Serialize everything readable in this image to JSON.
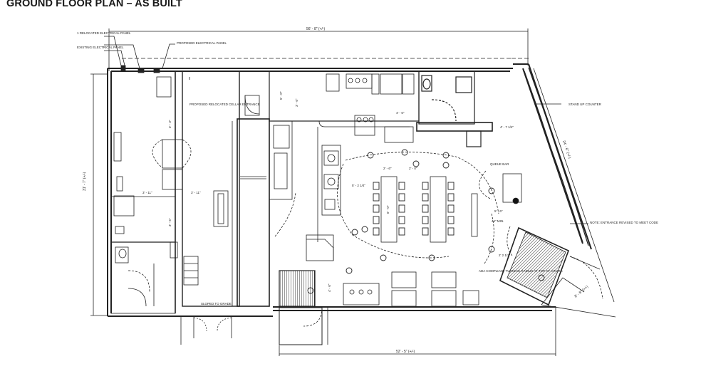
{
  "title": "GROUND FLOOR PLAN – AS BUILT",
  "notes": {
    "relocated_panel": "1 RELOCATED ELECTRICAL PANEL",
    "existing_panel": "EXISTING ELECTRICAL PANEL",
    "proposed_panel": "PROPOSED ELECTRICAL PANEL",
    "proposed_cellar": "PROPOSED RELOCATED CELLAR ENTRANCE",
    "sloped_to_grade": "SLOPED TO GRADE",
    "stand_up_counter": "STAND UP COUNTER",
    "queue_bar": "QUEUE BAR",
    "new_entrance": "NOTE: ENTRANCE REVISED TO MEET CODE",
    "ada_compliant": "ADA COMPLIANT TURNING RADIUS AT TOP OF STAIRS"
  },
  "dimensions": {
    "top_overall": "56' - 8\" (+/-)",
    "bottom_overall": "52' - 5\" (+/-)",
    "left_overall": "31' - 7\" (+/-)",
    "right_overall": "24' - 6\" (+/-)",
    "right_lower": "8' - 8\" (+/-)",
    "d1": "5' - 0\"",
    "d2": "3' - 6\"",
    "d3": "4' - 6\"",
    "d4": "4' - 7 1/4\"",
    "d5": "3' - 3\"",
    "d6": "3' - 11\"",
    "d7": "3' - 11\"",
    "d8": "3' - 5\"",
    "d9": "2' - 6\"",
    "d10": "2' - 0\"",
    "d11": "5' - 2 1/4\"",
    "d12": "5' - 6\"",
    "d13": "44\" MIN.",
    "d14": "2' 2 1/2\"",
    "d15": "4' - 0\"",
    "d16": "6' - 0\""
  }
}
